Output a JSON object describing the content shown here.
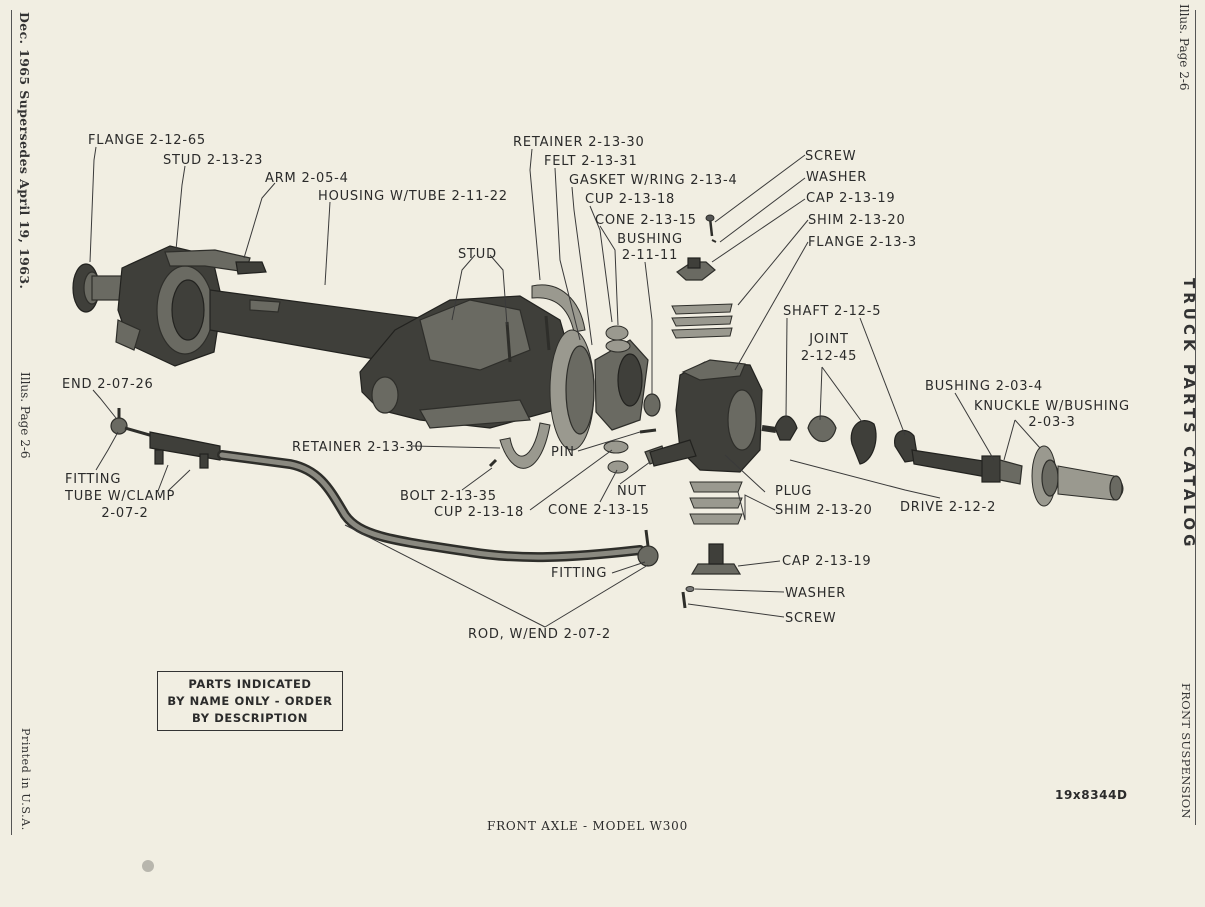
{
  "side_left": {
    "dates": "Dec. 1965 Supersedes April 19, 1963.",
    "illus_page": "Illus. Page 2-6",
    "printed": "Printed in U.S.A."
  },
  "side_right": {
    "illus_page": "Illus. Page 2-6",
    "catalog_title": "TRUCK PARTS CATALOG",
    "section": "FRONT SUSPENSION"
  },
  "caption": "FRONT AXLE - MODEL W300",
  "figure_code": "19x8344D",
  "note_box": [
    "PARTS INDICATED",
    "BY NAME ONLY - ORDER",
    "BY DESCRIPTION"
  ],
  "labels": {
    "flange_2_12_65": "FLANGE 2-12-65",
    "stud_2_13_23": "STUD 2-13-23",
    "arm_2_05_4": "ARM 2-05-4",
    "housing_w_tube": "HOUSING W/TUBE 2-11-22",
    "stud": "STUD",
    "retainer_top": "RETAINER 2-13-30",
    "felt": "FELT 2-13-31",
    "gasket": "GASKET W/RING 2-13-4",
    "cup_top": "CUP 2-13-18",
    "cone_top": "CONE 2-13-15",
    "bushing_line1": "BUSHING",
    "bushing_line2": "2-11-11",
    "screw_top": "SCREW",
    "washer_top": "WASHER",
    "cap_top": "CAP 2-13-19",
    "shim_top": "SHIM 2-13-20",
    "flange_2_13_3": "FLANGE 2-13-3",
    "shaft": "SHAFT 2-12-5",
    "joint_line1": "JOINT",
    "joint_line2": "2-12-45",
    "bushing_2_03_4": "BUSHING 2-03-4",
    "knuckle_line1": "KNUCKLE W/BUSHING",
    "knuckle_line2": "2-03-3",
    "end": "END 2-07-26",
    "fitting_left": "FITTING",
    "tube_line1": "TUBE W/CLAMP",
    "tube_line2": "2-07-2",
    "retainer_bottom": "RETAINER 2-13-30",
    "pin": "PIN",
    "nut": "NUT",
    "bolt": "BOLT 2-13-35",
    "cup_bottom": "CUP 2-13-18",
    "cone_bottom": "CONE 2-13-15",
    "plug": "PLUG",
    "shim_bottom": "SHIM 2-13-20",
    "drive": "DRIVE 2-12-2",
    "fitting_bottom": "FITTING",
    "cap_bottom": "CAP 2-13-19",
    "washer_bottom": "WASHER",
    "screw_bottom": "SCREW",
    "rod": "ROD, W/END 2-07-2"
  }
}
